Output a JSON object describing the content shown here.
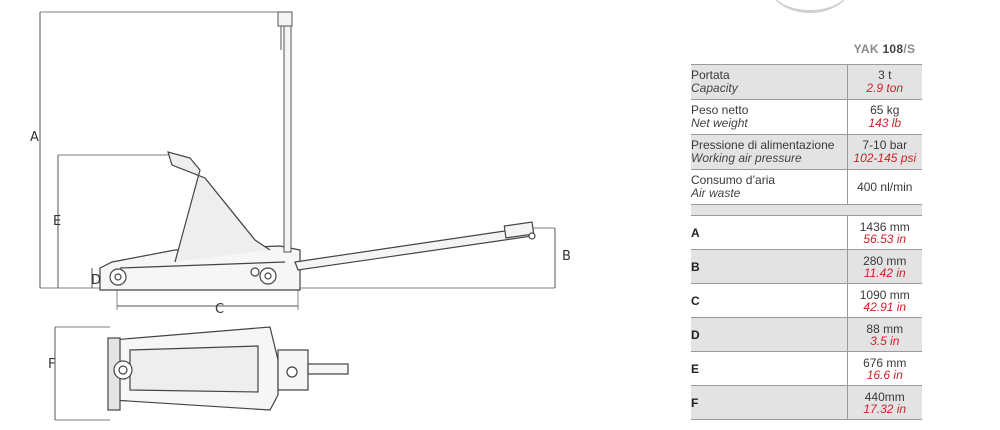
{
  "model": {
    "prefix": "YAK ",
    "number": "108",
    "suffix": "/S"
  },
  "specs": [
    {
      "label_it": "Portata",
      "label_en": "Capacity",
      "value": "3 t",
      "value_alt": "2.9 ton"
    },
    {
      "label_it": "Peso netto",
      "label_en": "Net weight",
      "value": "65 kg",
      "value_alt": "143 lb"
    },
    {
      "label_it": "Pressione di alimentazione",
      "label_en": "Working air pressure",
      "value": "7-10 bar",
      "value_alt": "102-145 psi"
    },
    {
      "label_it": "Consumo d’aria",
      "label_en": "Air waste",
      "value": "400 nl/min",
      "value_alt": ""
    }
  ],
  "dimensions": [
    {
      "letter": "A",
      "mm": "1436 mm",
      "in": "56.53 in"
    },
    {
      "letter": "B",
      "mm": "280 mm",
      "in": "11.42 in"
    },
    {
      "letter": "C",
      "mm": "1090 mm",
      "in": "42.91 in"
    },
    {
      "letter": "D",
      "mm": "88 mm",
      "in": "3.5 in"
    },
    {
      "letter": "E",
      "mm": "676 mm",
      "in": "16.6 in"
    },
    {
      "letter": "F",
      "mm": "440mm",
      "in": "17.32 in"
    }
  ],
  "drawing_labels": {
    "A": "A",
    "B": "B",
    "C": "C",
    "D": "D",
    "E": "E",
    "F": "F"
  },
  "colors": {
    "accent_red": "#d0202a",
    "shade": "#e3e3e3",
    "line": "#9a9a9a"
  }
}
